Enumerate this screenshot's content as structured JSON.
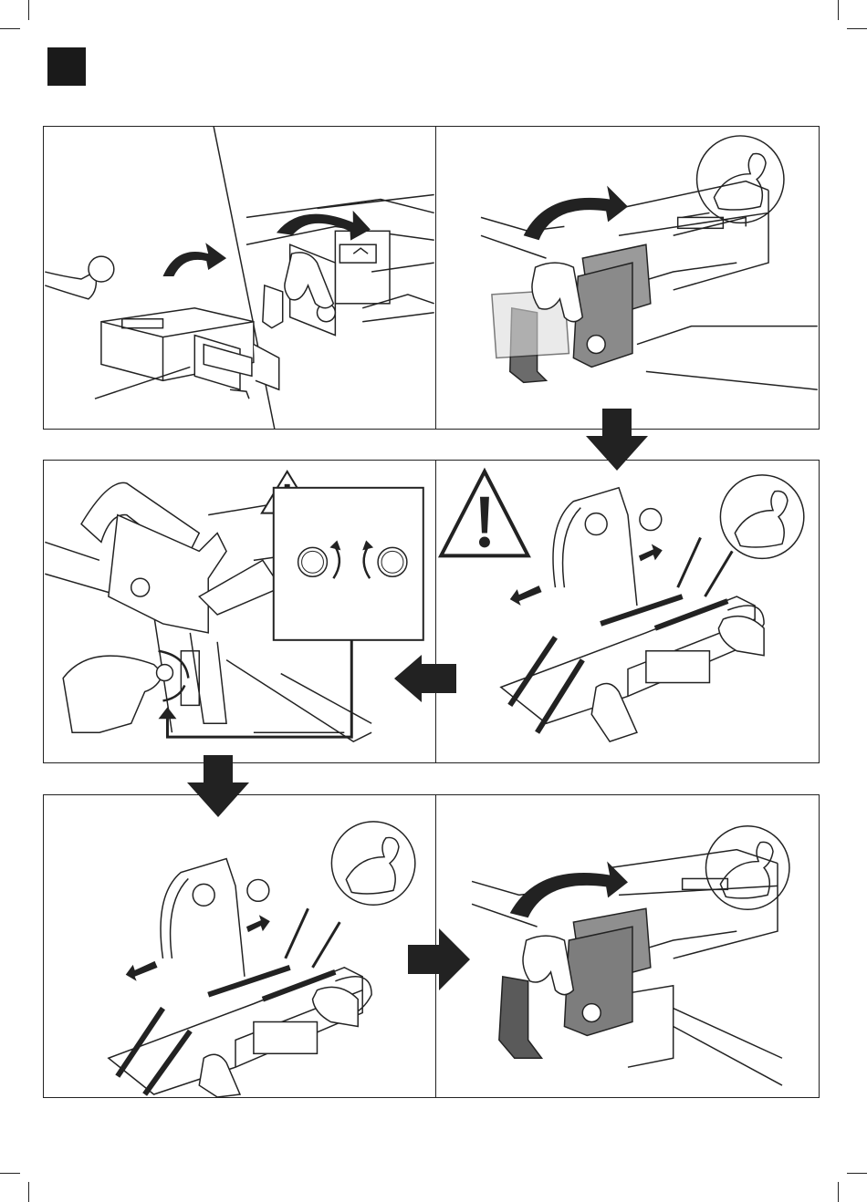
{
  "document": {
    "step_marker_color": "#1a1a1a",
    "line_color": "#222222",
    "panels": [
      {
        "id": "panel-1",
        "icons": [
          "towball-icon",
          "rotate-arrow-icon",
          "handle-hand-icon"
        ]
      },
      {
        "id": "panel-2",
        "icons": [
          "strength-arm-icon",
          "rotate-arrow-icon",
          "handle-hand-icon"
        ]
      },
      {
        "id": "panel-3",
        "icons": [
          "warning-triangle-icon",
          "rotation-direction-icon"
        ]
      },
      {
        "id": "panel-4",
        "icons": [
          "warning-triangle-icon",
          "strength-arm-icon",
          "bike-carrier-icon"
        ]
      },
      {
        "id": "panel-5",
        "icons": [
          "strength-arm-icon",
          "bike-carrier-icon"
        ]
      },
      {
        "id": "panel-6",
        "icons": [
          "strength-arm-icon",
          "rotate-arrow-icon",
          "handle-hand-icon"
        ]
      }
    ],
    "flow_arrows": [
      "down",
      "left",
      "down",
      "right"
    ]
  }
}
